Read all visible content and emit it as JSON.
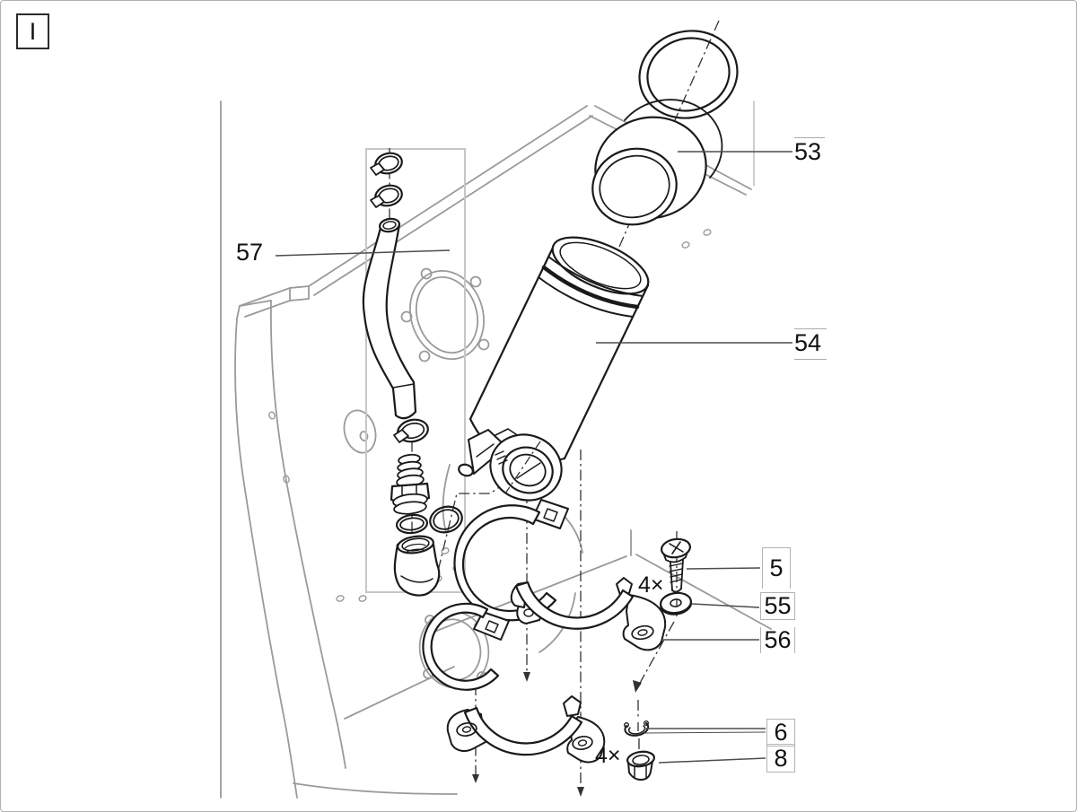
{
  "figure": {
    "badge": "I"
  },
  "callouts": [
    {
      "label": "53"
    },
    {
      "label": "54"
    },
    {
      "label": "57"
    },
    {
      "label": "5"
    },
    {
      "label": "55"
    },
    {
      "label": "56"
    },
    {
      "label": "6"
    },
    {
      "label": "8"
    }
  ],
  "quantity_markers": [
    {
      "text": "4×"
    },
    {
      "text": "4×"
    }
  ],
  "colors": {
    "part_line": "#1a1a1a",
    "background_line": "#9a9a9a",
    "group_box": "#c6c6c6",
    "leader": "#4d4d4d",
    "label_frame": "#b3b3b3",
    "page_border": "#b0b0b0",
    "centerline": "#333333"
  }
}
